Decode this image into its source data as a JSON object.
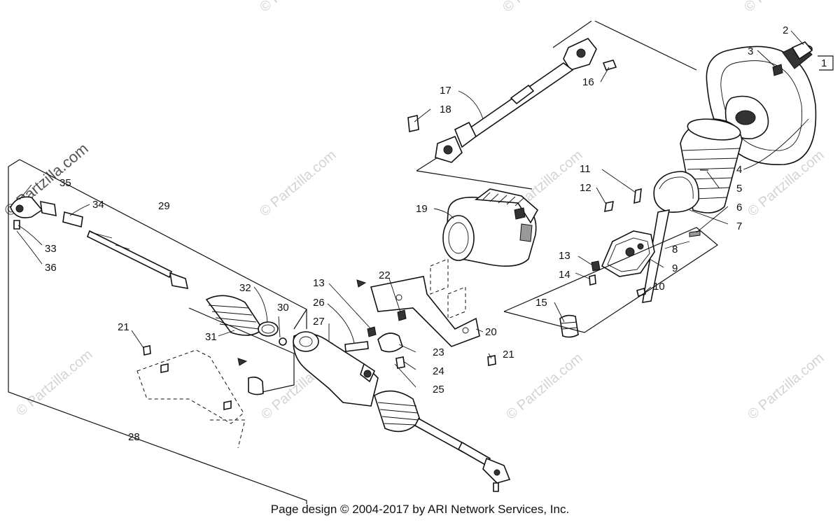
{
  "watermark": {
    "brand_text": "Partzilla.com",
    "main_text": "© Partzilla.com"
  },
  "footer": {
    "text": "Page design © 2004-2017 by ARI Network Services, Inc."
  },
  "callouts": [
    {
      "id": "1",
      "label": "1"
    },
    {
      "id": "2",
      "label": "2"
    },
    {
      "id": "3",
      "label": "3"
    },
    {
      "id": "4",
      "label": "4"
    },
    {
      "id": "5",
      "label": "5"
    },
    {
      "id": "6",
      "label": "6"
    },
    {
      "id": "7",
      "label": "7"
    },
    {
      "id": "8",
      "label": "8"
    },
    {
      "id": "9",
      "label": "9"
    },
    {
      "id": "10",
      "label": "10"
    },
    {
      "id": "11",
      "label": "11"
    },
    {
      "id": "12",
      "label": "12"
    },
    {
      "id": "13a",
      "label": "13"
    },
    {
      "id": "13b",
      "label": "13"
    },
    {
      "id": "14",
      "label": "14"
    },
    {
      "id": "15",
      "label": "15"
    },
    {
      "id": "16",
      "label": "16"
    },
    {
      "id": "17",
      "label": "17"
    },
    {
      "id": "18",
      "label": "18"
    },
    {
      "id": "19",
      "label": "19"
    },
    {
      "id": "20",
      "label": "20"
    },
    {
      "id": "21a",
      "label": "21"
    },
    {
      "id": "21b",
      "label": "21"
    },
    {
      "id": "22",
      "label": "22"
    },
    {
      "id": "23",
      "label": "23"
    },
    {
      "id": "24",
      "label": "24"
    },
    {
      "id": "25",
      "label": "25"
    },
    {
      "id": "26",
      "label": "26"
    },
    {
      "id": "27",
      "label": "27"
    },
    {
      "id": "28",
      "label": "28"
    },
    {
      "id": "29",
      "label": "29"
    },
    {
      "id": "30",
      "label": "30"
    },
    {
      "id": "31",
      "label": "31"
    },
    {
      "id": "32",
      "label": "32"
    },
    {
      "id": "33",
      "label": "33"
    },
    {
      "id": "34",
      "label": "34"
    },
    {
      "id": "35",
      "label": "35"
    },
    {
      "id": "36",
      "label": "36"
    }
  ]
}
